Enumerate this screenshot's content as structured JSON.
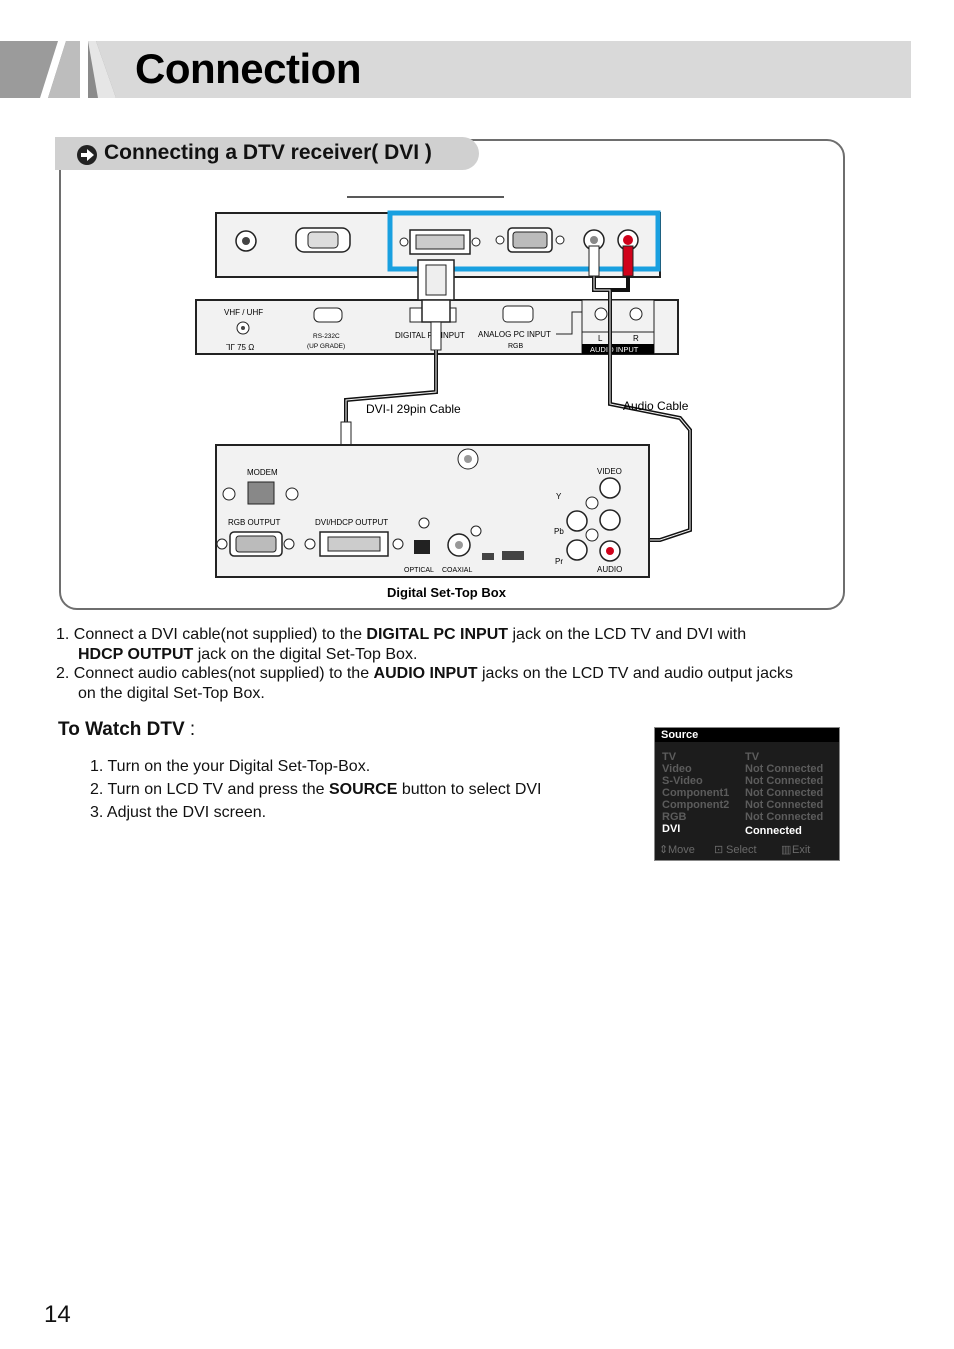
{
  "header": {
    "title": "Connection"
  },
  "section": {
    "title": "Connecting a DTV receiver( DVI )"
  },
  "diagram": {
    "tv_panel": {
      "vhf_label": "VHF / UHF",
      "ohm_label": "⅂Γ 75 Ω",
      "rs232_label": "RS-232C",
      "upgrade_label": "(UP GRADE)",
      "digital_input_label": "DIGITAL PC INPUT",
      "analog_input_label": "ANALOG PC INPUT",
      "rgb_label": "RGB",
      "left_label": "L",
      "right_label": "R",
      "audio_input_label": "AUDIO INPUT"
    },
    "dvi_cable_label": "DVI-I 29pin Cable",
    "audio_cable_label": "Audio Cable",
    "stb": {
      "modem_label": "MODEM",
      "rgb_output_label": "RGB OUTPUT",
      "dvi_output_label": "DVI/HDCP OUTPUT",
      "optical_label": "OPTICAL",
      "coaxial_label": "COAXIAL",
      "video_label": "VIDEO",
      "y_label": "Y",
      "pb_label": "Pb",
      "pr_label": "Pr",
      "audio_label": "AUDIO"
    },
    "caption": "Digital Set-Top Box"
  },
  "instructions": {
    "step1_pre": "1. Connect a DVI cable(not supplied) to the ",
    "step1_bold": "DIGITAL PC INPUT",
    "step1_mid": "  jack on the LCD TV and DVI with",
    "step1_bold2": "HDCP OUTPUT",
    "step1_post": " jack on the digital Set-Top Box.",
    "step2_pre": "2. Connect audio cables(not supplied) to the ",
    "step2_bold": "AUDIO INPUT",
    "step2_mid": "  jacks on the LCD TV and audio output jacks",
    "step2_post": "on the digital Set-Top Box."
  },
  "watch": {
    "title": "To Watch DTV",
    "colon": " :",
    "step1": "1. Turn on the your Digital Set-Top-Box.",
    "step2_pre": "2. Turn on LCD TV and press the ",
    "step2_bold": "SOURCE",
    "step2_post": " button to select DVI",
    "step3": "3. Adjust the DVI screen."
  },
  "osd": {
    "title": "Source",
    "rows": [
      {
        "name": "TV",
        "status": "TV"
      },
      {
        "name": "Video",
        "status": "Not Connected"
      },
      {
        "name": "S-Video",
        "status": "Not Connected"
      },
      {
        "name": "Component1",
        "status": "Not Connected"
      },
      {
        "name": "Component2",
        "status": "Not Connected"
      },
      {
        "name": "RGB",
        "status": "Not Connected"
      },
      {
        "name": "DVI",
        "status": "Connected"
      }
    ],
    "footer": {
      "move": "Move",
      "select": "Select",
      "exit": "Exit"
    }
  },
  "page_number": "14",
  "colors": {
    "highlight_blue": "#19a0e0",
    "audio_red": "#d0021b",
    "header_gray": "#d9d9d9"
  }
}
